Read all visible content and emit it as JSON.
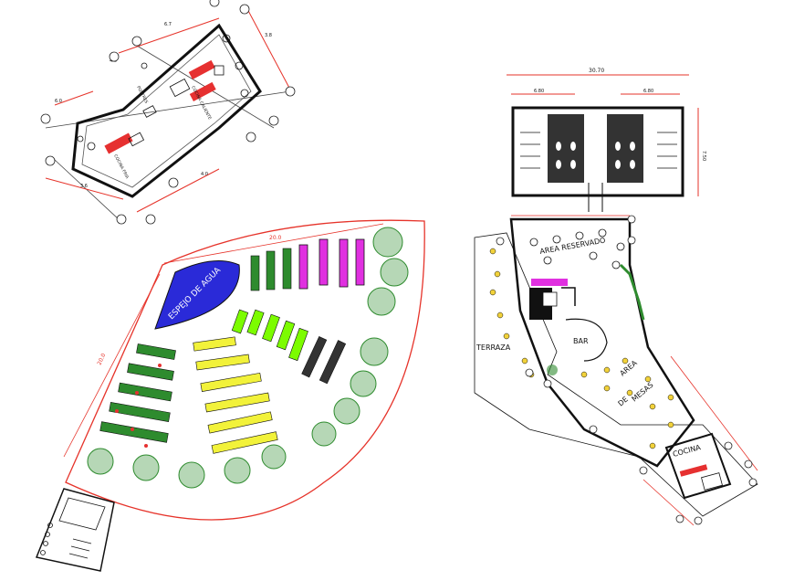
{
  "labels": {
    "espejo": "ESPEJO DE AGUA",
    "terraza": "TERRAZA",
    "bar": "BAR",
    "area_reservado": "AREA RESERVADO",
    "area": "AREA",
    "de": "DE",
    "mesas": "MESAS",
    "cocina": "COCINA",
    "cocina_fria": "COCINA FRIA",
    "cocina_caliente": "COCINA CALIENTE",
    "postres": "POSTRES",
    "fan_arc_dim": "20.0",
    "fan_side_dim": "20.0",
    "top_right_dim": "30.70",
    "right_mid_dim": "6.80",
    "right_side_dim": "7.50"
  },
  "colors": {
    "line": "#e6332a",
    "ink": "#111111",
    "water": "#2a2ad8",
    "tree": "#2e8b2e",
    "magenta": "#e030e0",
    "lime": "#7cfc00",
    "yellow": "#f2f23a"
  }
}
